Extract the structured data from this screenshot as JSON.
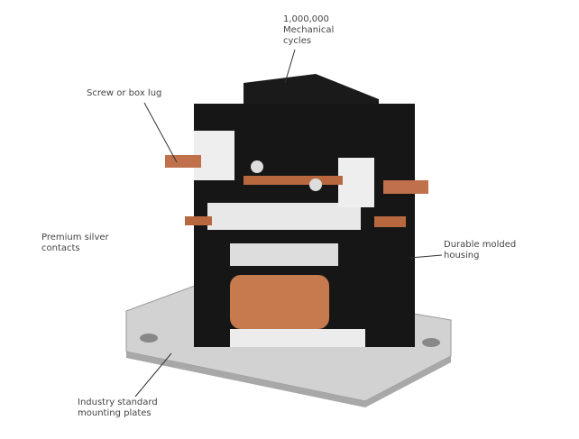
{
  "labels": {
    "cycles": "1,000,000\nMechanical\ncycles",
    "lug": "Screw or box lug",
    "contacts": "Premium silver\ncontacts",
    "housing": "Durable molded\nhousing",
    "plates": "Industry standard\nmounting plates"
  },
  "colors": {
    "copper": "#c0704a",
    "housing": "#151515",
    "plate": "#c9c9c9",
    "coil": "#c77a4e"
  }
}
